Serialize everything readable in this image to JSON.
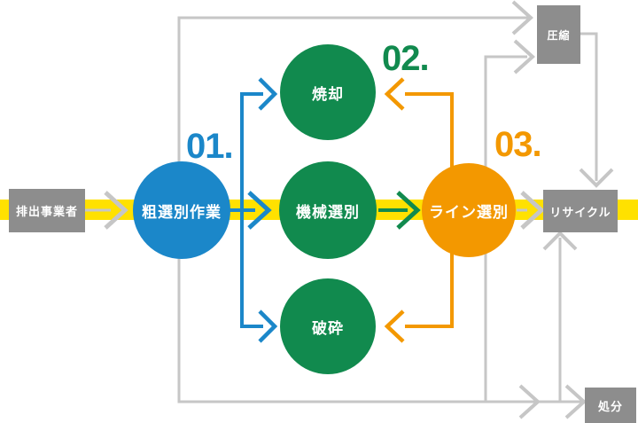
{
  "flow": {
    "stages": [
      {
        "number": "01.",
        "color": "#1b87c9"
      },
      {
        "number": "02.",
        "color": "#118a4e"
      },
      {
        "number": "03.",
        "color": "#f39800"
      }
    ],
    "nodes": {
      "source": {
        "label": "排出事業者"
      },
      "rough_sort": {
        "label": "粗選別作業"
      },
      "incineration": {
        "label": "焼却"
      },
      "machine_sort": {
        "label": "機械選別"
      },
      "crush": {
        "label": "破砕"
      },
      "line_sort": {
        "label": "ライン選別"
      },
      "compression": {
        "label": "圧縮"
      },
      "recycle": {
        "label": "リサイクル"
      },
      "disposal": {
        "label": "処分"
      }
    },
    "colors": {
      "main_band_yellow": "#ffe100",
      "step1_blue": "#1b87c9",
      "step2_green": "#118a4e",
      "step3_orange": "#f39800",
      "node_gray": "#8d8d8d",
      "line_gray": "#c6c6c6",
      "text_white": "#ffffff"
    }
  }
}
